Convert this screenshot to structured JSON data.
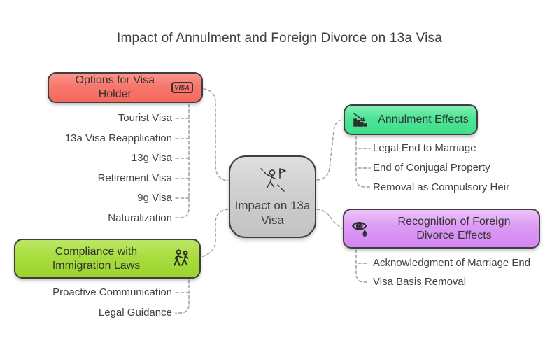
{
  "title": "Impact of Annulment and Foreign Divorce on 13a Visa",
  "center": {
    "label": "Impact on 13a Visa",
    "icon": "person-route-flag-icon",
    "fill": "#cccccc"
  },
  "branches": [
    {
      "label": "Options for Visa Holder",
      "icon": "visa-badge-icon",
      "badge_text": "VISA",
      "fill": "#f5695e",
      "items": [
        "Tourist Visa",
        "13a Visa Reapplication",
        "13g Visa",
        "Retirement Visa",
        "9g Visa",
        "Naturalization"
      ]
    },
    {
      "label": "Annulment Effects",
      "icon": "trend-down-chart-icon",
      "fill": "#4ce496",
      "items": [
        "Legal End to Marriage",
        "End of Conjugal Property",
        "Removal as Compulsory Heir"
      ]
    },
    {
      "label": "Compliance with Immigration Laws",
      "icon": "people-walking-icon",
      "fill": "#a8dd3f",
      "items": [
        "Proactive Communication",
        "Legal Guidance"
      ]
    },
    {
      "label": "Recognition of Foreign Divorce Effects",
      "icon": "eye-tear-icon",
      "fill": "#d98cf2",
      "items": [
        "Acknowledgment of Marriage End",
        "Visa Basis Removal"
      ]
    }
  ],
  "colors": {
    "node_border": "#3e3e3e",
    "connector": "#9e9ea3",
    "item_text": "#3f4347",
    "title_text": "#3c4043"
  }
}
